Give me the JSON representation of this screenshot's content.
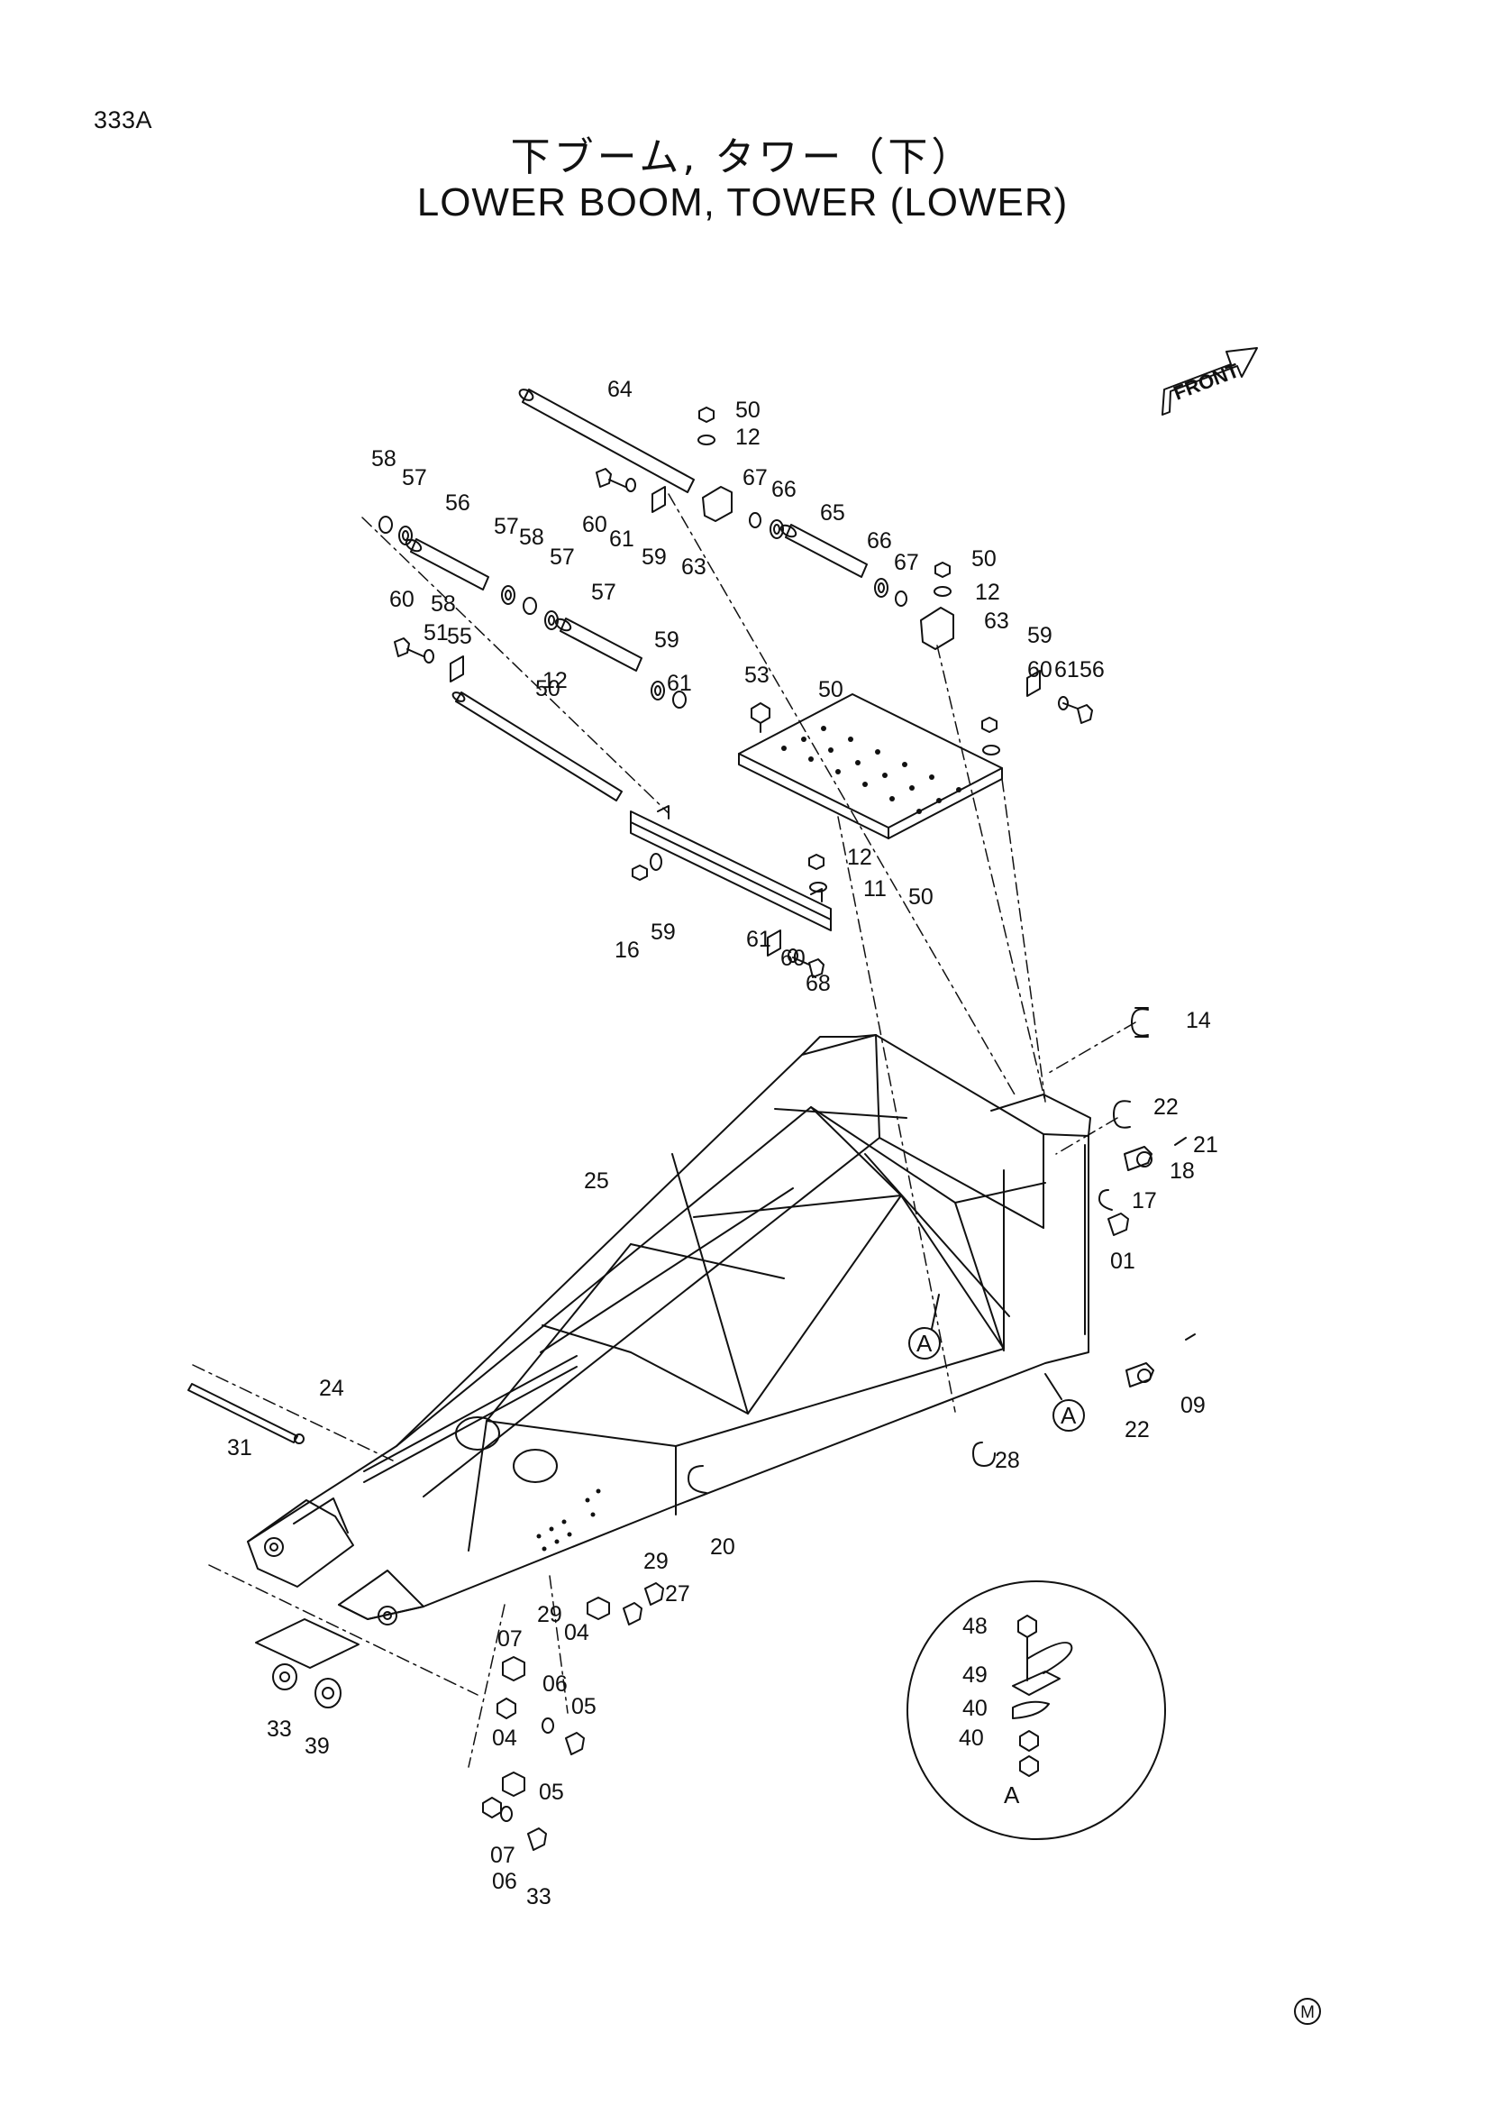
{
  "page_number": "333A",
  "title_ja": "下ブーム, タワー（下）",
  "title_en": "LOWER BOOM, TOWER (LOWER)",
  "front_arrow_label": "FRONT",
  "detail_view_label": "A",
  "detail_ref_marker": "A",
  "brand_mark": "M",
  "callouts": [
    "64",
    "50",
    "12",
    "58",
    "57",
    "56",
    "60",
    "61",
    "59",
    "63",
    "67",
    "66",
    "65",
    "57",
    "58",
    "57",
    "66",
    "67",
    "50",
    "12",
    "63",
    "60",
    "61",
    "59",
    "56",
    "57",
    "58",
    "59",
    "61",
    "60",
    "51",
    "55",
    "50",
    "12",
    "53",
    "50",
    "12",
    "11",
    "50",
    "16",
    "59",
    "61",
    "60",
    "68",
    "14",
    "22",
    "21",
    "18",
    "17",
    "01",
    "25",
    "24",
    "31",
    "20",
    "22",
    "09",
    "28",
    "29",
    "27",
    "29",
    "04",
    "07",
    "06",
    "05",
    "04",
    "05",
    "07",
    "06",
    "33",
    "33",
    "39",
    "48",
    "49",
    "40",
    "40"
  ]
}
